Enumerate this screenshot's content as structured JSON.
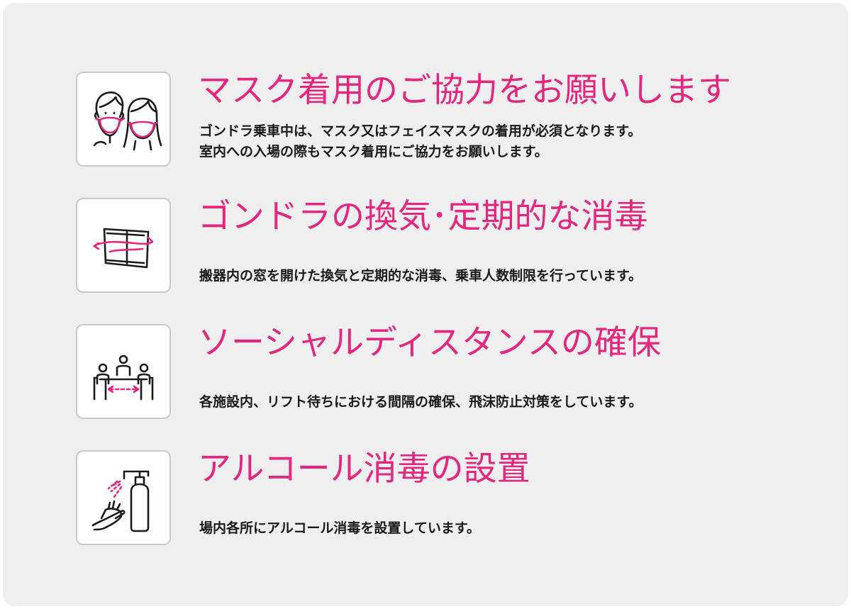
{
  "colors": {
    "accent": "#e4267f",
    "text": "#1a1a1a",
    "panel_background": "#efefef",
    "icon_border": "#c9c9c9"
  },
  "items": [
    {
      "icon": "mask-people-icon",
      "title": "マスク着用のご協力をお願いします",
      "description_lines": [
        "ゴンドラ乗車中は、マスク又はフェイスマスクの着用が必須となります。",
        "室内への入場の際もマスク着用にご協力をお願いします。"
      ]
    },
    {
      "icon": "window-ventilation-icon",
      "title": "ゴンドラの換気･定期的な消毒",
      "description_lines": [
        "搬器内の窓を開けた換気と定期的な消毒、乗車人数制限を行っています。"
      ]
    },
    {
      "icon": "social-distance-icon",
      "title": "ソーシャルディスタンスの確保",
      "description_lines": [
        "各施設内、リフト待ちにおける間隔の確保、飛沫防止対策をしています。"
      ]
    },
    {
      "icon": "alcohol-sanitizer-icon",
      "title": "アルコール消毒の設置",
      "description_lines": [
        "場内各所にアルコール消毒を設置しています。"
      ]
    }
  ]
}
